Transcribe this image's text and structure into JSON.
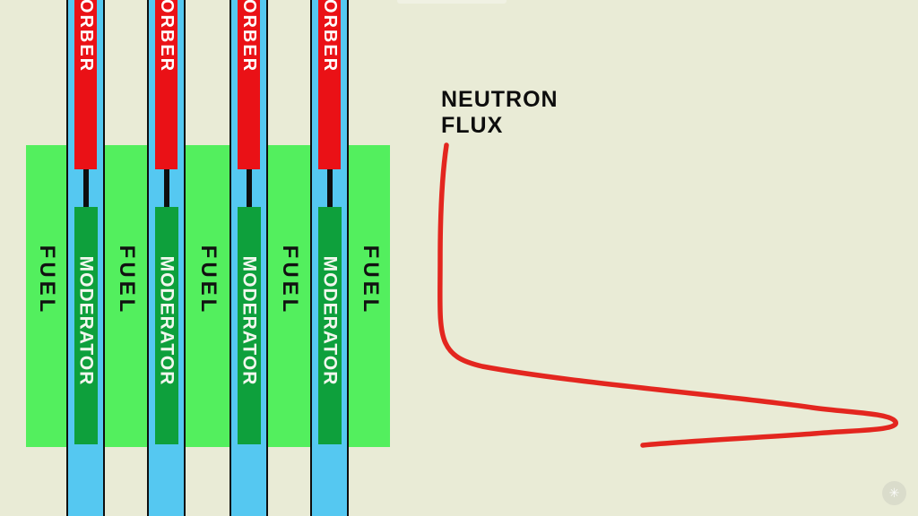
{
  "canvas": {
    "background_color": "#e9ebd6"
  },
  "reactor": {
    "fuel_labels": [
      "FUEL",
      "FUEL",
      "FUEL",
      "FUEL",
      "FUEL"
    ],
    "channels": [
      {
        "absorber_label_visible": "ORBER",
        "moderator_label": "MODERATOR"
      },
      {
        "absorber_label_visible": "ORBER",
        "moderator_label": "MODERATOR"
      },
      {
        "absorber_label_visible": "ORBER",
        "moderator_label": "MODERATOR"
      },
      {
        "absorber_label_visible": "ORBER",
        "moderator_label": "MODERATOR"
      }
    ],
    "colors": {
      "fuel_green": "#53ef5e",
      "moderator_green": "#0ea03c",
      "coolant_blue": "#55c8f1",
      "absorber_red": "#ea1116",
      "border_black": "#0e0e0e"
    }
  },
  "annotation": {
    "title_line1": "NEUTRON",
    "title_line2": "FLUX",
    "curve_color": "#e3261f"
  },
  "watermark": {
    "glyph": "✳"
  }
}
